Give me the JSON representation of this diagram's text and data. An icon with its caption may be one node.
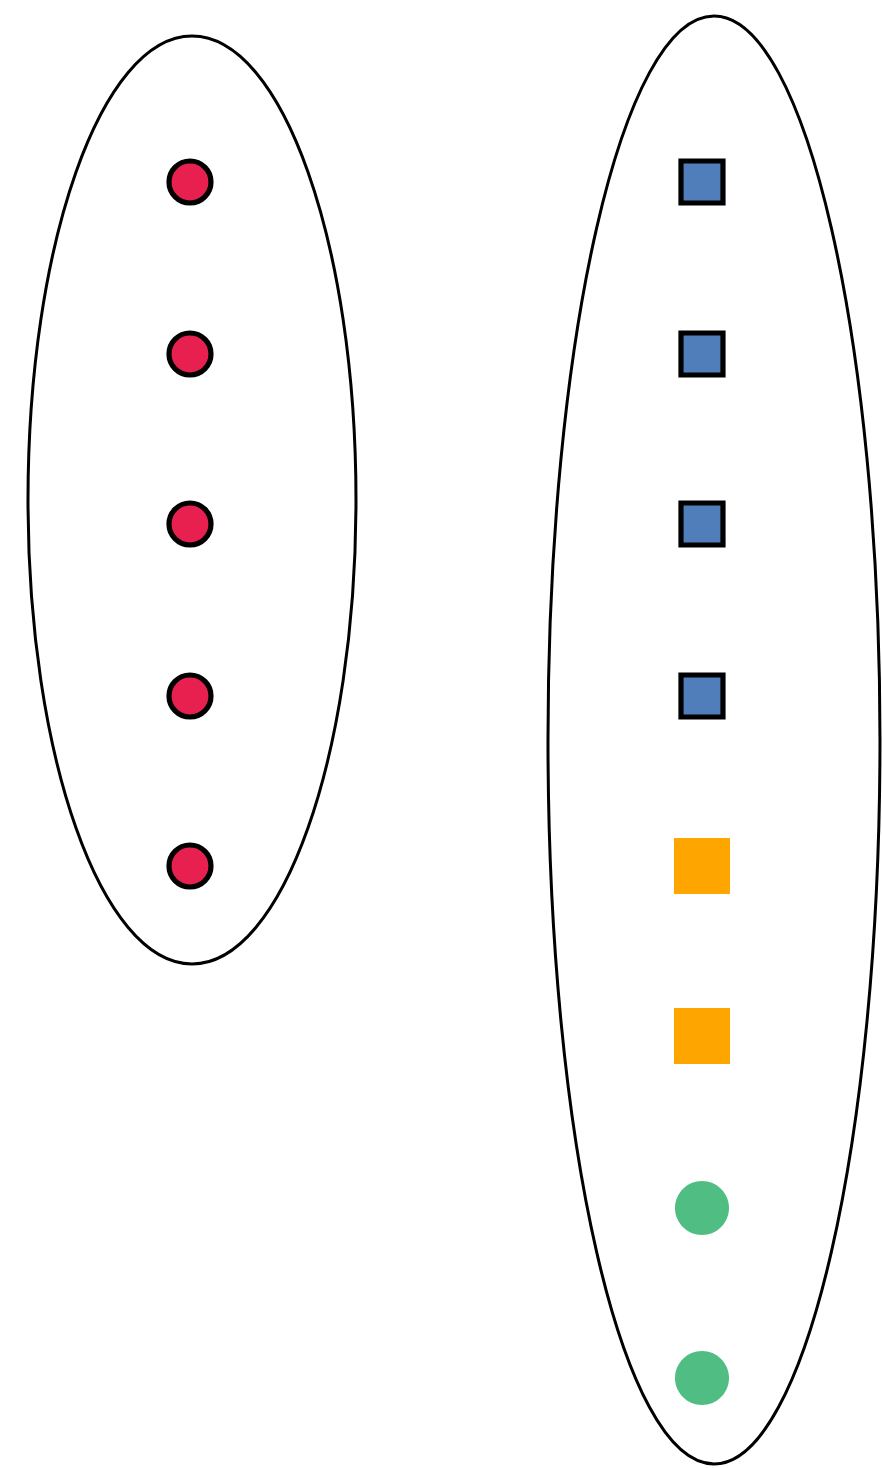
{
  "diagram": {
    "nodes": [
      {
        "text": [],
        "shape": "ellipse"
      },
      {
        "text": [],
        "shape": "circle",
        "in": 0
      },
      {
        "text": [],
        "shape": "circle",
        "in": 0
      },
      {
        "text": [],
        "shape": "circle",
        "in": 0
      },
      {
        "text": [],
        "shape": "circle",
        "in": 0
      },
      {
        "text": [],
        "shape": "circle",
        "in": 0
      },
      {
        "text": [],
        "shape": "ellipse"
      },
      {
        "text": [],
        "shape": "box",
        "in": 6
      },
      {
        "text": [],
        "shape": "box",
        "in": 6
      },
      {
        "text": [],
        "shape": "box",
        "in": 6
      },
      {
        "text": [],
        "shape": "box",
        "in": 6
      },
      {
        "text": [],
        "shape": "box",
        "in": 6
      },
      {
        "text": [],
        "shape": "box",
        "in": 6
      },
      {
        "text": [],
        "shape": "circle",
        "in": 6
      },
      {
        "text": [],
        "shape": "circle",
        "in": 6
      }
    ]
  }
}
